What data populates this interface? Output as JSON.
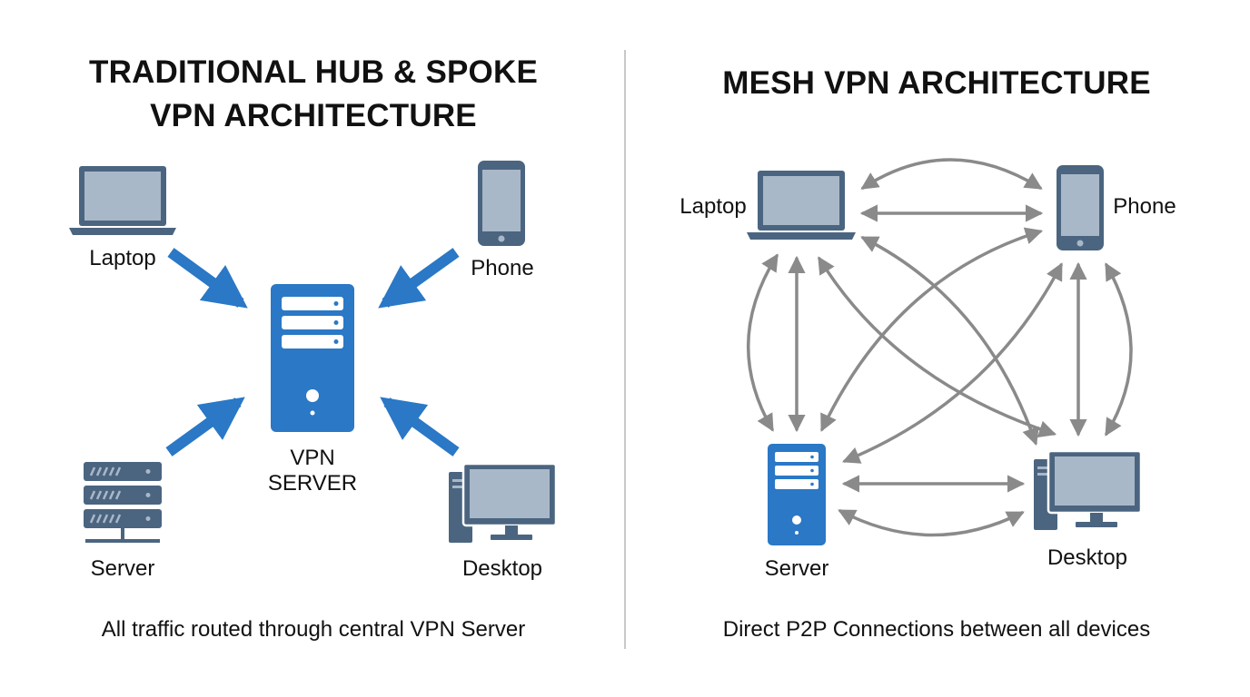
{
  "left_panel": {
    "title_line1": "TRADITIONAL HUB & SPOKE",
    "title_line2": "VPN ARCHITECTURE",
    "hub": {
      "label_line1": "VPN",
      "label_line2": "SERVER",
      "icon": "server-tower-icon"
    },
    "devices": [
      {
        "label": "Laptop",
        "icon": "laptop-icon"
      },
      {
        "label": "Phone",
        "icon": "phone-icon"
      },
      {
        "label": "Server",
        "icon": "server-rack-icon"
      },
      {
        "label": "Desktop",
        "icon": "desktop-icon"
      }
    ],
    "caption": "All traffic routed through central VPN Server"
  },
  "right_panel": {
    "title": "MESH VPN ARCHITECTURE",
    "devices": [
      {
        "label": "Laptop",
        "icon": "laptop-icon"
      },
      {
        "label": "Phone",
        "icon": "phone-icon"
      },
      {
        "label": "Server",
        "icon": "server-tower-icon"
      },
      {
        "label": "Desktop",
        "icon": "desktop-icon"
      }
    ],
    "caption": "Direct P2P Connections between all devices"
  },
  "colors": {
    "accent_blue": "#2a78c6",
    "device_slate": "#4b6580",
    "screen_fill": "#a9b8c8",
    "mesh_arrow": "#8a8a8a",
    "divider": "#c8c8c8"
  }
}
